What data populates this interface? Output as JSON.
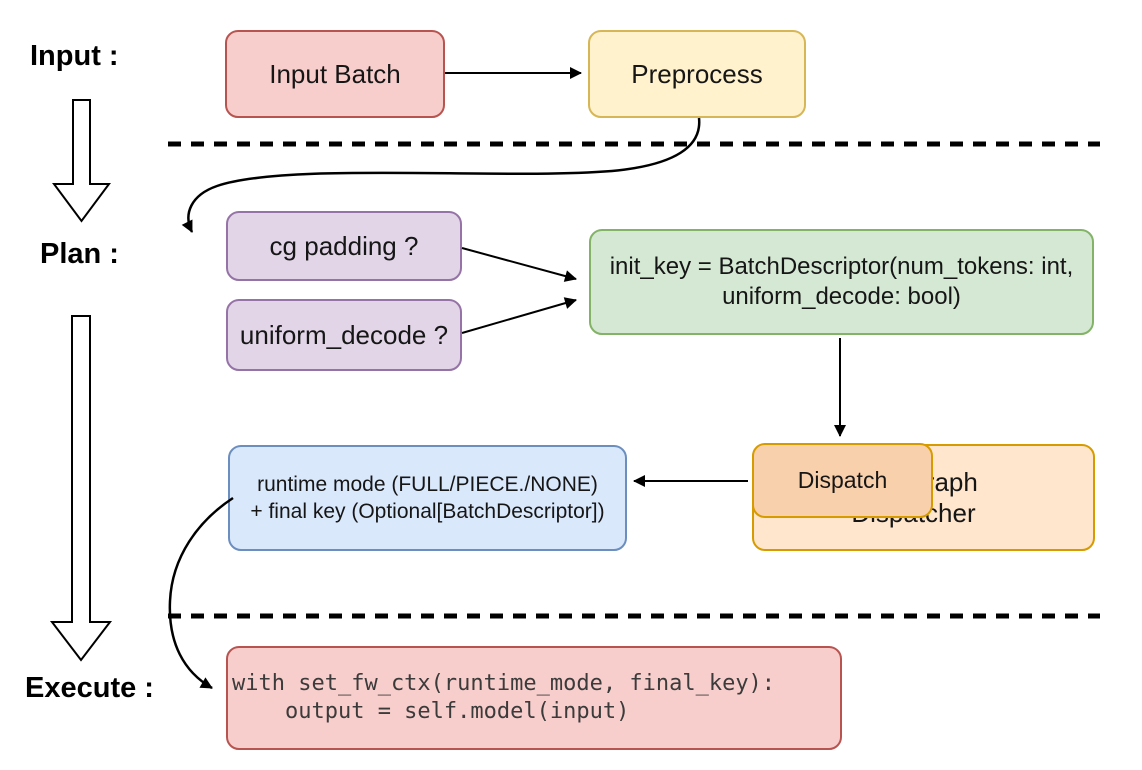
{
  "stage_labels": {
    "input": "Input :",
    "plan": "Plan :",
    "execute": "Execute :"
  },
  "nodes": {
    "input_batch": {
      "label": "Input Batch",
      "fill": "#f8cecc",
      "border": "#b85450"
    },
    "preprocess": {
      "label": "Preprocess",
      "fill": "#fff2cc",
      "border": "#d6b656"
    },
    "cg_padding": {
      "label": "cg padding ?",
      "fill": "#e1d5e7",
      "border": "#9673a6"
    },
    "uniform_decode": {
      "label": "uniform_decode ?",
      "fill": "#e1d5e7",
      "border": "#9673a6"
    },
    "init_key": {
      "line1": "init_key = BatchDescriptor(num_tokens: int,",
      "line2": "uniform_decode: bool)",
      "fill": "#d5e8d4",
      "border": "#82b366"
    },
    "dispatch": {
      "label": "Dispatch",
      "fill": "#f9d0ac",
      "border": "#d79b00"
    },
    "cudagraph_dispatcher": {
      "line1": "Cudagraph",
      "line2": "Dispatcher",
      "fill": "#ffe6cc",
      "border": "#d79b00"
    },
    "runtime_result": {
      "line1": "runtime mode (FULL/PIECE./NONE)",
      "line2": "+ final key (Optional[BatchDescriptor])",
      "fill": "#dae8fc",
      "border": "#6c8ebf"
    },
    "execute_code": {
      "line1": "with set_fw_ctx(runtime_mode, final_key):",
      "line2": "    output = self.model(input)",
      "fill": "#f8cecc",
      "border": "#b85450",
      "text_color": "#3b3b3b"
    }
  }
}
